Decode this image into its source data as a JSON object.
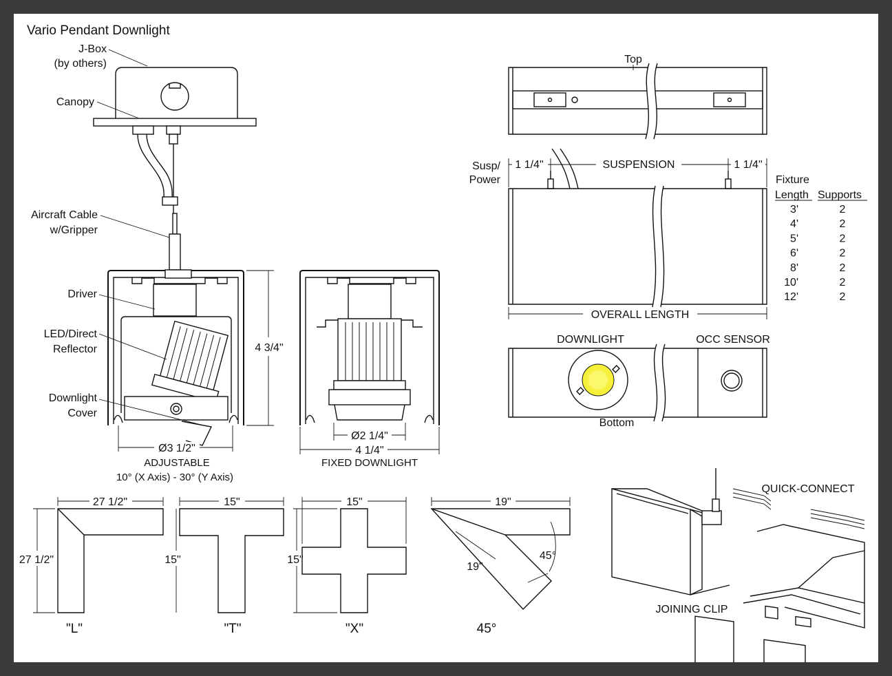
{
  "title": "Vario Pendant Downlight",
  "labels": {
    "jbox": "J-Box",
    "jbox_note": "(by others)",
    "canopy": "Canopy",
    "aircraft_cable": "Aircraft Cable",
    "gripper": "w/Gripper",
    "driver": "Driver",
    "led_direct": "LED/Direct",
    "reflector": "Reflector",
    "downlight": "Downlight",
    "cover": "Cover",
    "height_dim": "4 3/4\"",
    "adj_diameter": "Ø3 1/2\"",
    "adjustable": "ADJUSTABLE",
    "adjust_range": "10° (X Axis)  -  30° (Y Axis)",
    "fixed_diameter": "Ø2 1/4\"",
    "fixed_width": "4 1/4\"",
    "fixed_downlight": "FIXED DOWNLIGHT",
    "top": "Top",
    "susp_power_1": "Susp/",
    "susp_power_2": "Power",
    "end_offset_left": "1 1/4\"",
    "suspension": "SUSPENSION",
    "end_offset_right": "1 1/4\"",
    "overall_length": "OVERALL LENGTH",
    "downlight_cap": "DOWNLIGHT",
    "occ_sensor": "OCC SENSOR",
    "bottom": "Bottom",
    "quick_connect": "QUICK-CONNECT",
    "joining_clip": "JOINING CLIP"
  },
  "supports_table": {
    "header_col1_line1": "Fixture",
    "header_col1_line2": "Length",
    "header_col2": "Supports",
    "rows": [
      {
        "length": "3'",
        "supports": "2"
      },
      {
        "length": "4'",
        "supports": "2"
      },
      {
        "length": "5'",
        "supports": "2"
      },
      {
        "length": "6'",
        "supports": "2"
      },
      {
        "length": "8'",
        "supports": "2"
      },
      {
        "length": "10'",
        "supports": "2"
      },
      {
        "length": "12'",
        "supports": "2"
      }
    ]
  },
  "connectors": {
    "L": {
      "name": "\"L\"",
      "width": "27 1/2\"",
      "height": "27 1/2\""
    },
    "T": {
      "name": "\"T\"",
      "width": "15\"",
      "height": "15\""
    },
    "X": {
      "name": "\"X\"",
      "width": "15\"",
      "height": "15\""
    },
    "A45": {
      "name": "45°",
      "width": "19\"",
      "side": "19\"",
      "angle": "45°"
    }
  },
  "colors": {
    "frame": "#3a3a3a",
    "sheet": "#ffffff",
    "line": "#111111",
    "led_glow": "#f6f13a"
  }
}
